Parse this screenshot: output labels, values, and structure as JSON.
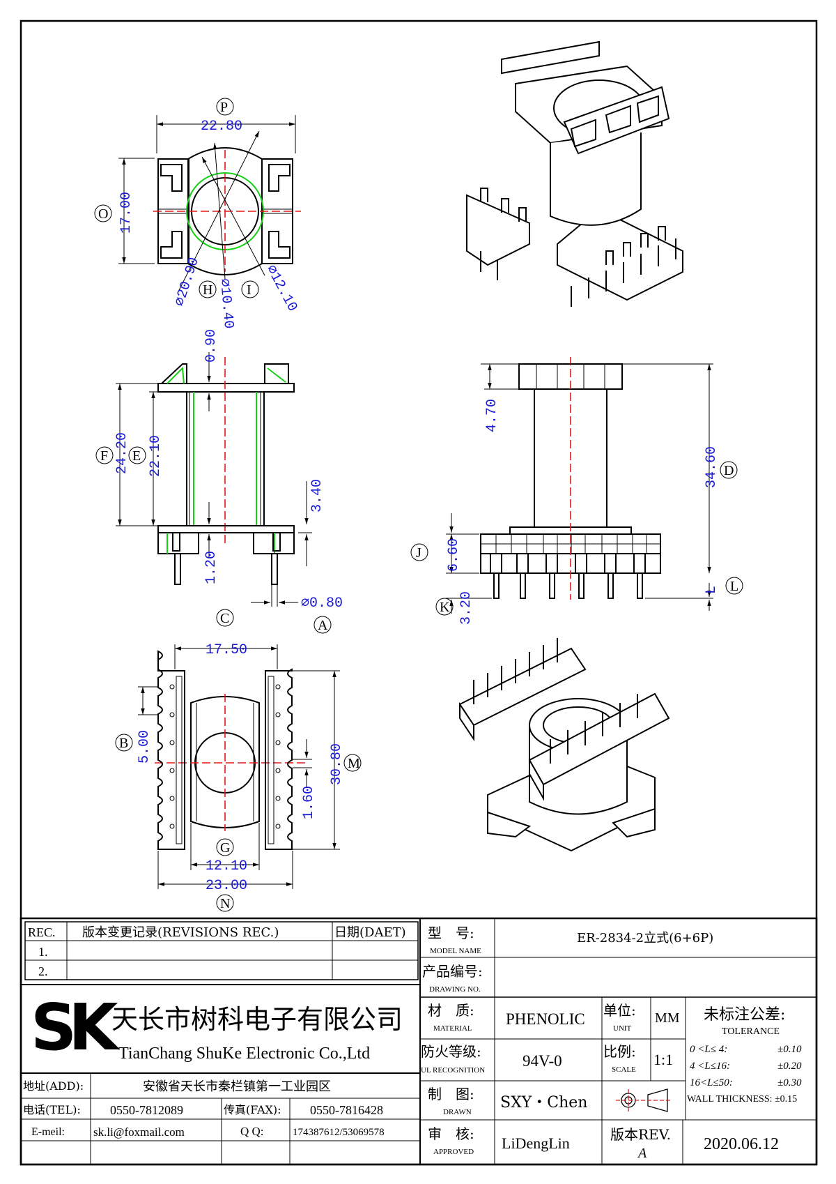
{
  "views": {
    "top": {
      "dims": {
        "width": "22.80",
        "height": "17.00",
        "d1": "⌀20.90",
        "d2": "⌀10.40",
        "d3": "⌀12.10"
      },
      "markers": {
        "P": "P",
        "O": "O",
        "H": "H",
        "I": "I"
      }
    },
    "front": {
      "dims": {
        "a": "0.90",
        "f": "24.20",
        "e": "22.10",
        "b": "3.40",
        "c": "1.20",
        "pin": "⌀0.80"
      },
      "markers": {
        "F": "F",
        "E": "E",
        "C": "C",
        "A": "A"
      }
    },
    "side": {
      "dims": {
        "a": "4.70",
        "d": "34.60",
        "j": "6.60",
        "k": "3.20",
        "l": "L"
      },
      "markers": {
        "D": "D",
        "J": "J",
        "K": "K",
        "L": "L"
      }
    },
    "bottom": {
      "dims": {
        "w": "17.50",
        "b": "5.00",
        "m": "30.80",
        "p": "1.60",
        "g": "12.10",
        "n": "23.00"
      },
      "markers": {
        "B": "B",
        "M": "M",
        "G": "G",
        "N": "N"
      }
    }
  },
  "title_block": {
    "revisions": {
      "header": {
        "rec": "REC.",
        "desc": "版本变更记录(REVISIONS REC.)",
        "date": "日期(DAET)"
      },
      "rows": [
        "1.",
        "2."
      ]
    },
    "company": {
      "logo": "SK",
      "name_cn": "天长市树科电子有限公司",
      "name_en": "TianChang ShuKe Electronic Co.,Ltd"
    },
    "address": {
      "label": "地址(ADD):",
      "value": "安徽省天长市秦栏镇第一工业园区"
    },
    "tel": {
      "label": "电话(TEL):",
      "value": "0550-7812089"
    },
    "fax": {
      "label": "传真(FAX):",
      "value": "0550-7816428"
    },
    "email": {
      "label": "E-meil:",
      "value": "sk.li@foxmail.com"
    },
    "qq": {
      "label": "Q Q:",
      "value": "174387612/53069578"
    },
    "model": {
      "label_cn": "型　号:",
      "label_en": "MODEL NAME",
      "value": "ER-2834-2立式(6+6P)"
    },
    "drawing_no": {
      "label_cn": "产品编号:",
      "label_en": "DRAWING NO.",
      "value": ""
    },
    "material": {
      "label_cn": "材　质:",
      "label_en": "MATERIAL",
      "value": "PHENOLIC"
    },
    "ul": {
      "label_cn": "防火等级:",
      "label_en": "UL RECOGNITION",
      "value": "94V-0"
    },
    "drawn": {
      "label_cn": "制　图:",
      "label_en": "DRAWN",
      "value": "SXY・Chen"
    },
    "approved": {
      "label_cn": "审　核:",
      "label_en": "APPROVED",
      "value": "LiDengLin"
    },
    "unit": {
      "label_cn": "单位:",
      "label_en": "UNIT",
      "value": "MM"
    },
    "scale": {
      "label_cn": "比例:",
      "label_en": "SCALE",
      "value": "1:1"
    },
    "rev": {
      "label": "版本REV.",
      "value": "A"
    },
    "date": "2020.06.12",
    "tolerance": {
      "title": "未标注公差:",
      "subtitle": "TOLERANCE",
      "rows": [
        {
          "range": "0 <L≤ 4:",
          "value": "±0.10"
        },
        {
          "range": "4 <L≤16:",
          "value": "±0.20"
        },
        {
          "range": "16<L≤50:",
          "value": "±0.30"
        }
      ],
      "wall": "WALL THICKNESS: ±0.15"
    }
  }
}
